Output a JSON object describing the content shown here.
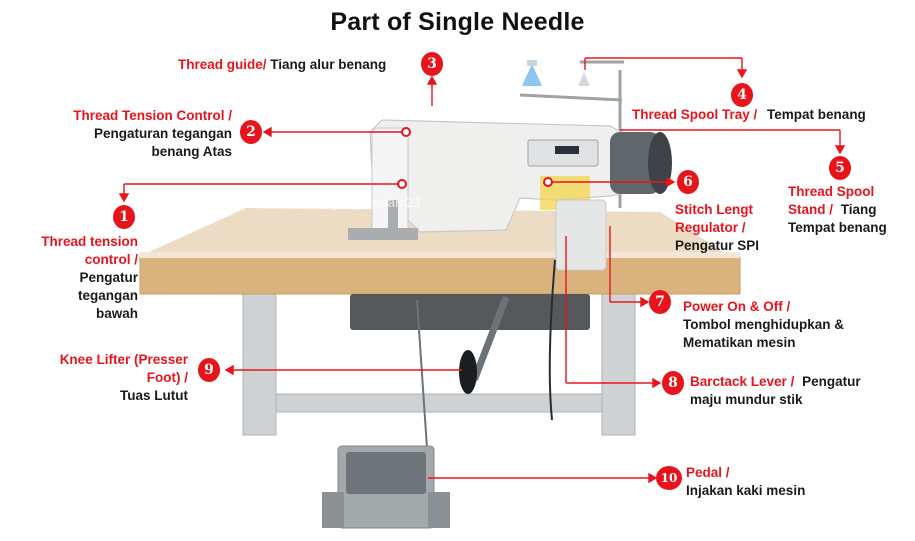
{
  "title": "Part of Single Needle",
  "watermark": "tmgsnyamdani21",
  "colors": {
    "accent": "#e8141c",
    "text": "#1a1a1a",
    "table_top": "#ecdcc4",
    "table_edge": "#d9b27e",
    "machine_body": "#eff0ee",
    "motor": "#555b61",
    "frame": "#cfd2d4"
  },
  "parts": [
    {
      "number": "1",
      "name": "Thread tension control /",
      "name_lines": [
        "Thread tension",
        "control /"
      ],
      "desc_lines": [
        "Pengatur",
        "tegangan",
        "bawah"
      ]
    },
    {
      "number": "2",
      "name": "Thread Tension Control /",
      "name_lines": [
        "Thread Tension Control /"
      ],
      "desc_lines": [
        "Pengaturan tegangan",
        "benang Atas"
      ]
    },
    {
      "number": "3",
      "name": "Thread guide/",
      "name_lines": [
        "Thread guide/"
      ],
      "desc_lines": [
        "Tiang alur benang"
      ]
    },
    {
      "number": "4",
      "name": "Thread Spool Tray /",
      "name_lines": [
        "Thread Spool Tray /"
      ],
      "desc_lines": [
        "Tempat benang"
      ]
    },
    {
      "number": "5",
      "name": "Thread Spool Stand /",
      "name_lines": [
        "Thread Spool",
        "Stand /"
      ],
      "desc_lines": [
        "Tiang",
        "Tempat benang"
      ]
    },
    {
      "number": "6",
      "name": "Stitch Lengt Regulator /",
      "name_lines": [
        "Stitch Lengt",
        "Regulator /"
      ],
      "desc_lines": [
        "Pengatur SPI"
      ]
    },
    {
      "number": "7",
      "name": "Power On & Off /",
      "name_lines": [
        "Power On & Off /"
      ],
      "desc_lines": [
        "Tombol menghidupkan &",
        "Mematikan mesin"
      ]
    },
    {
      "number": "8",
      "name": "Barctack Lever /",
      "name_lines": [
        "Barctack Lever /"
      ],
      "desc_lines": [
        "Pengatur",
        "maju mundur stik"
      ]
    },
    {
      "number": "9",
      "name": "Knee Lifter (Presser Foot) /",
      "name_lines": [
        "Knee Lifter (Presser",
        "Foot) /"
      ],
      "desc_lines": [
        "Tuas Lutut"
      ]
    },
    {
      "number": "10",
      "name": "Pedal /",
      "name_lines": [
        "Pedal /"
      ],
      "desc_lines": [
        "Injakan kaki mesin"
      ]
    }
  ]
}
